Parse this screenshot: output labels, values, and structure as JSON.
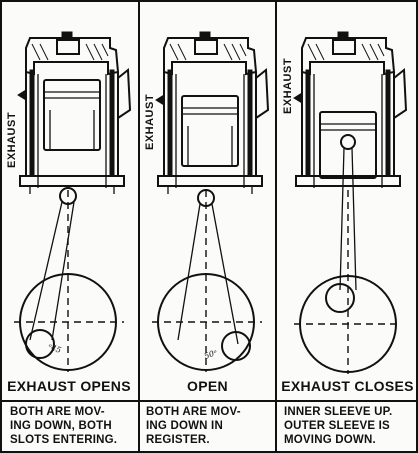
{
  "panels": [
    {
      "caption": "EXHAUST OPENS",
      "note": "BOTH ARE MOVING DOWN, BOTH SLOTS ENTERING.",
      "note_lines": [
        "BOTH ARE MOV-",
        "ING DOWN, BOTH",
        "SLOTS ENTERING."
      ],
      "port_label": "EXHAUST",
      "angle_label": "ᵒ45"
    },
    {
      "caption": "OPEN",
      "note": "BOTH ARE MOVING DOWN IN REGISTER.",
      "note_lines": [
        "BOTH ARE MOV-",
        "ING DOWN IN",
        "REGISTER."
      ],
      "port_label": "EXHAUST",
      "angle_label": "50ᵒ"
    },
    {
      "caption": "EXHAUST CLOSES",
      "note": "INNER SLEEVE UP. OUTER SLEEVE IS MOVING DOWN.",
      "note_lines": [
        "INNER SLEEVE UP.",
        "OUTER SLEEVE IS",
        "MOVING DOWN."
      ],
      "port_label": "EXHAUST"
    }
  ]
}
